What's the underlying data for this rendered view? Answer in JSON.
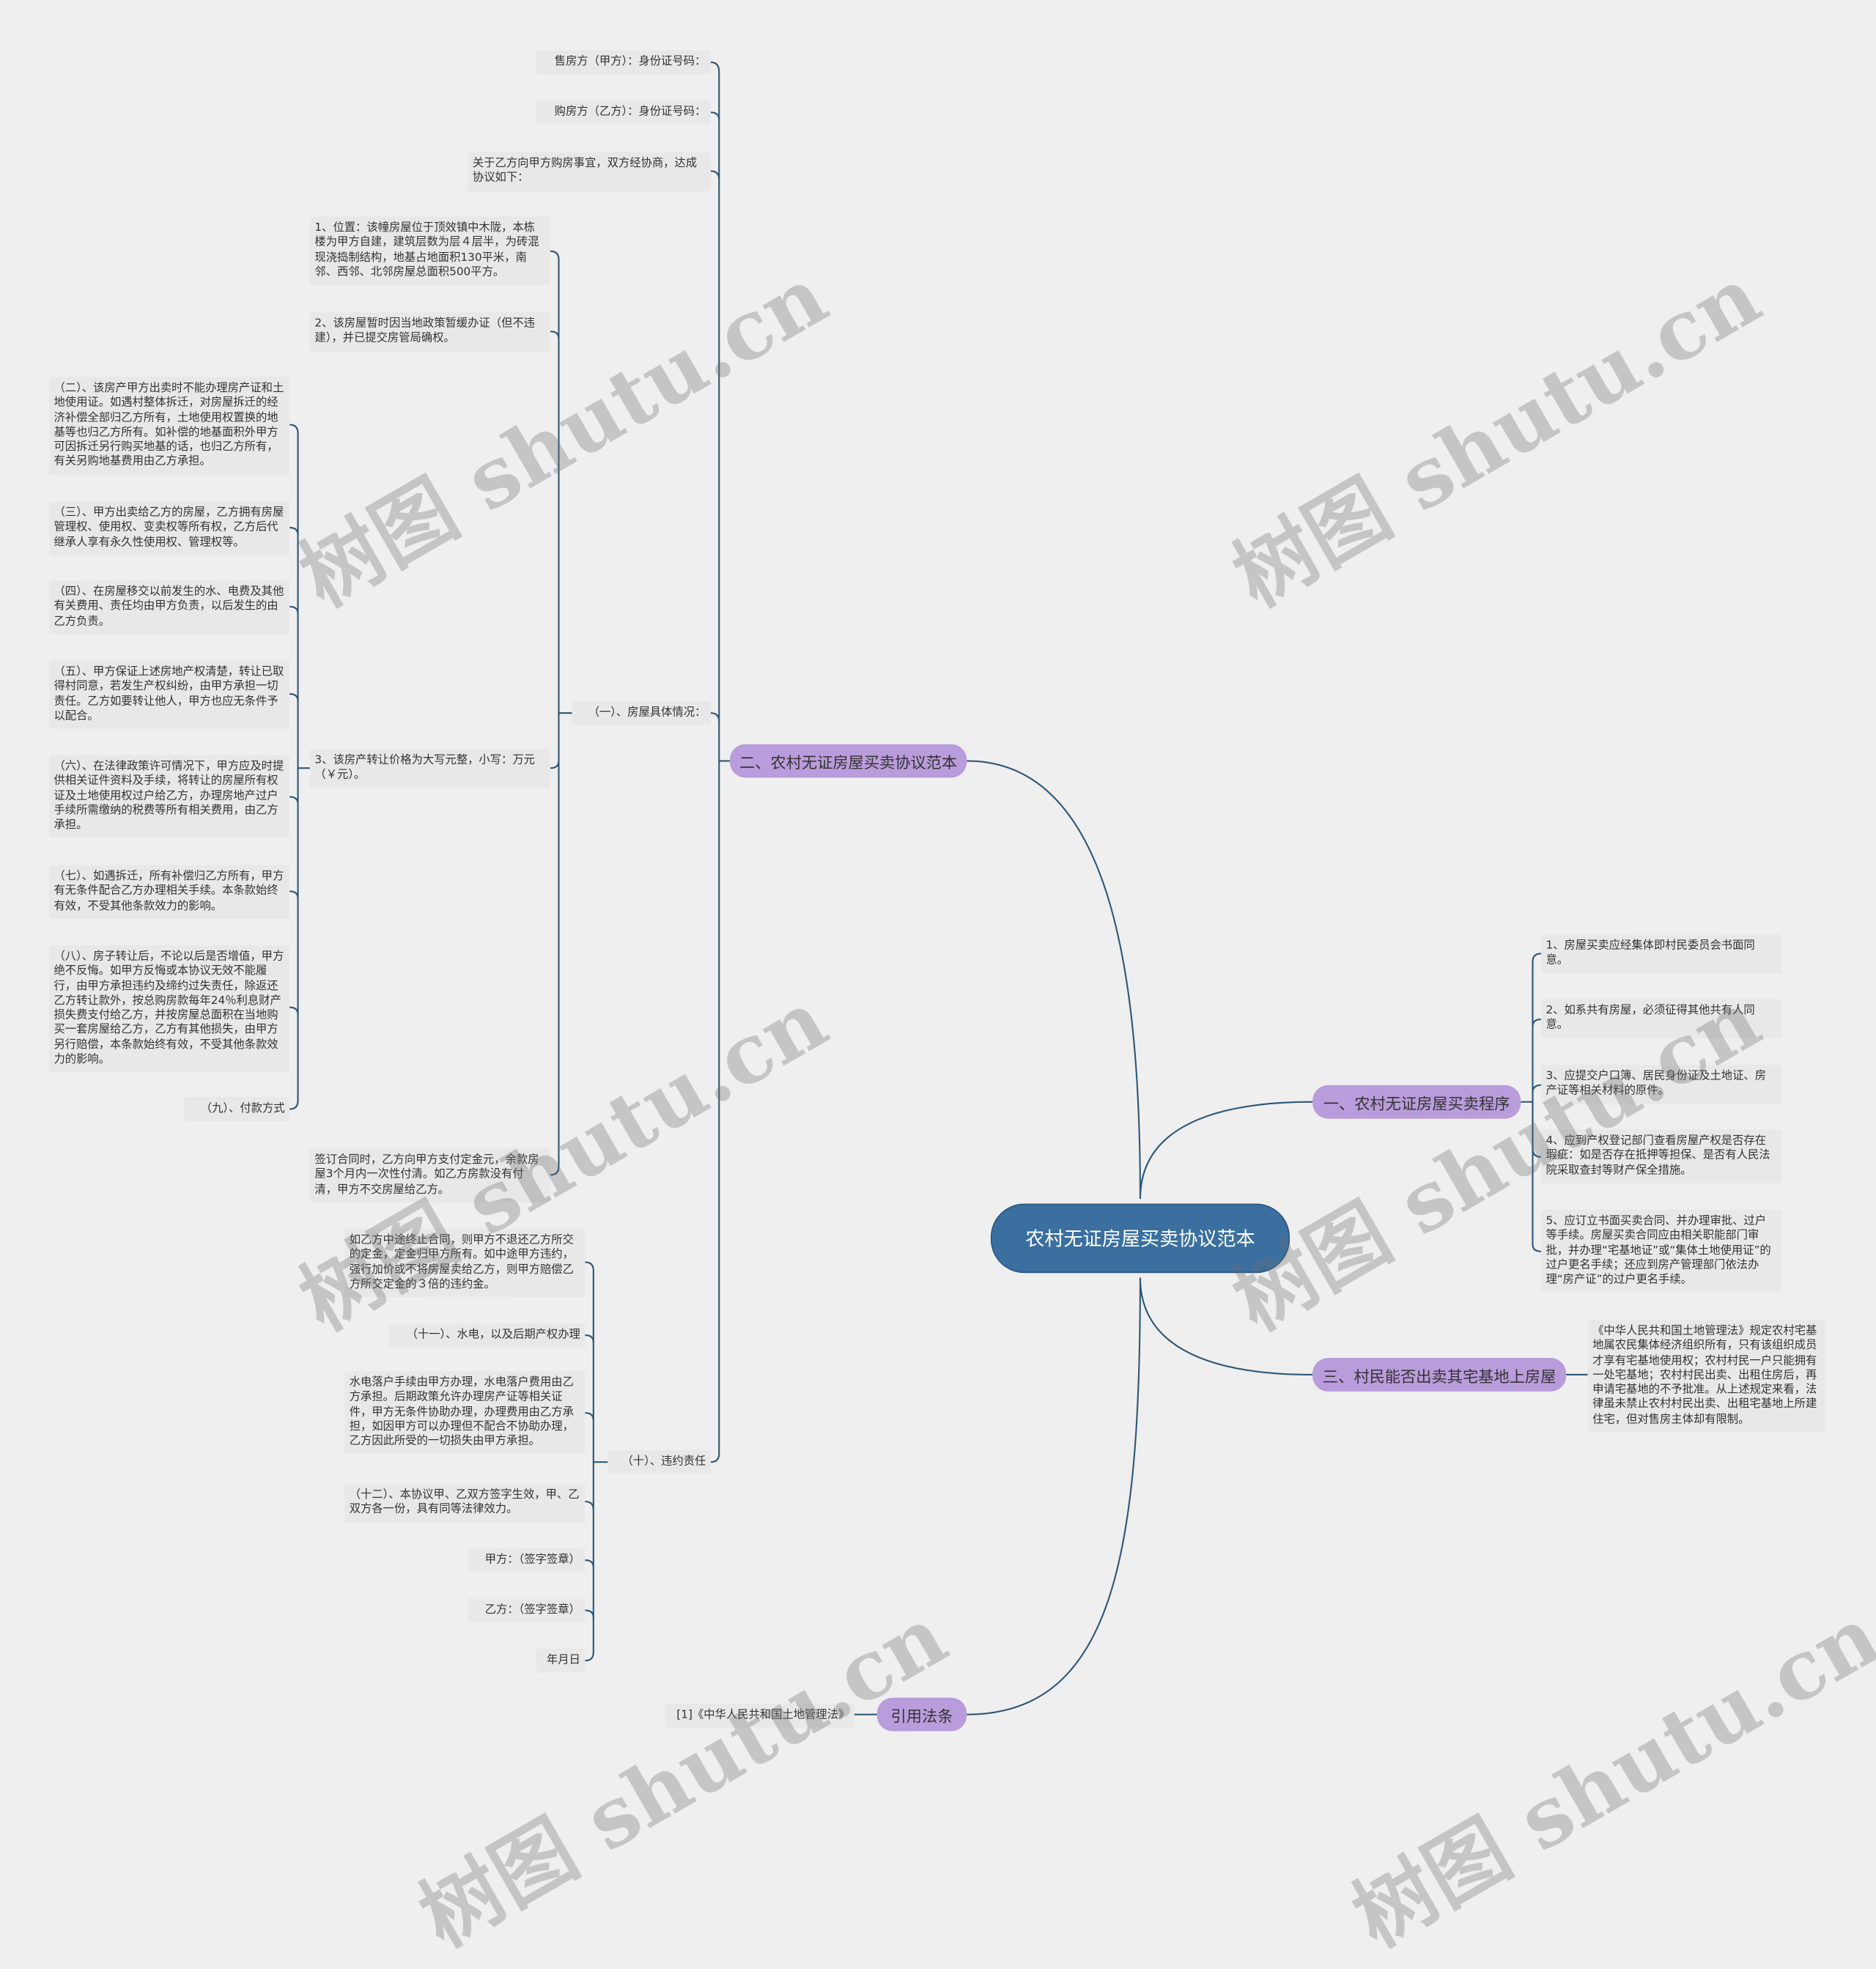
{
  "root": {
    "label": "农村无证房屋买卖协议范本"
  },
  "branches": {
    "b1": "一、农村无证房屋买卖程序",
    "b2": "二、农村无证房屋买卖协议范本",
    "b3": "三、村民能否出卖其宅基地上房屋",
    "b4": "引用法条"
  },
  "b1_items": [
    "1、房屋买卖应经集体即村民委员会书面同意。",
    "2、如系共有房屋，必须征得其他共有人同意。",
    "3、应提交户口簿、居民身份证及土地证、房产证等相关材料的原件。",
    "4、应到产权登记部门查看房屋产权是否存在瑕疵：如是否存在抵押等担保、是否有人民法院采取查封等财产保全措施。",
    "5、应订立书面买卖合同、并办理审批、过户等手续。房屋买卖合同应由相关职能部门审批，并办理“宅基地证”或“集体土地使用证”的过户更名手续；还应到房产管理部门依法办理“房产证”的过户更名手续。"
  ],
  "b2_top": {
    "seller": "售房方（甲方）：身份证号码：",
    "buyer": "购房方（乙方）：身份证号码：",
    "intro": "关于乙方向甲方购房事宜，双方经协商，达成协议如下：",
    "house": "（一）、房屋具体情况：",
    "breach": "（十）、违约责任"
  },
  "house_items": {
    "loc": "1、位置：该幢房屋位于顶效镇中木陇，本栋楼为甲方自建，建筑层数为层４层半，为砖混现浇捣制结构，地基占地面积130平米，南邻、西邻、北邻房屋总面积500平方。",
    "cert": "2、该房屋暂时因当地政策暂缓办证（但不违建），并已提交房管局确权。",
    "price": "3、该房产转让价格为大写元整，小写：万元（￥元）。",
    "sign": "签订合同时，乙方向甲方支付定金元，余款房屋3个月内一次性付清。如乙方房款没有付清，甲方不交房屋给乙方。"
  },
  "price_items": [
    "（二）、该房产甲方出卖时不能办理房产证和土地使用证。如遇村整体拆迁，对房屋拆迁的经济补偿全部归乙方所有，土地使用权置换的地基等也归乙方所有。如补偿的地基面积外甲方可因拆迁另行购买地基的话，也归乙方所有，有关另购地基费用由乙方承担。",
    "（三）、甲方出卖给乙方的房屋，乙方拥有房屋管理权、使用权、变卖权等所有权，乙方后代继承人享有永久性使用权、管理权等。",
    "（四）、在房屋移交以前发生的水、电费及其他有关费用、责任均由甲方负责，以后发生的由乙方负责。",
    "（五）、甲方保证上述房地产权清楚，转让已取得村同意，若发生产权纠纷，由甲方承担一切责任。乙方如要转让他人，甲方也应无条件予以配合。",
    "（六）、在法律政策许可情况下，甲方应及时提供相关证件资料及手续，将转让的房屋所有权证及土地使用权过户给乙方，办理房地产过户手续所需缴纳的税费等所有相关费用，由乙方承担。",
    "（七）、如遇拆迁，所有补偿归乙方所有，甲方有无条件配合乙方办理相关手续。本条款始终有效，不受其他条款效力的影响。",
    "（八）、房子转让后，不论以后是否增值，甲方绝不反悔。如甲方反悔或本协议无效不能履行，由甲方承担违约及缔约过失责任，除返还乙方转让款外，按总购房款每年24％利息财产损失费支付给乙方，并按房屋总面积在当地购买一套房屋给乙方，乙方有其他损失，由甲方另行赔偿，本条款始终有效，不受其他条款效力的影响。",
    "（九）、付款方式"
  ],
  "breach_items": [
    "如乙方中途终止合同，则甲方不退还乙方所交的定金，定金归甲方所有。如中途甲方违约，强行加价或不将房屋卖给乙方，则甲方赔偿乙方所交定金的３倍的违约金。",
    "（十一）、水电，以及后期产权办理",
    "水电落户手续由甲方办理，水电落户费用由乙方承担。后期政策允许办理房产证等相关证件，甲方无条件协助办理，办理费用由乙方承担，如因甲方可以办理但不配合不协助办理，乙方因此所受的一切损失由甲方承担。",
    "（十二）、本协议甲、乙双方签字生效，甲、乙双方各一份，具有同等法律效力。",
    "甲方：（签字签章）",
    "乙方：（签字签章）",
    "年月日"
  ],
  "b3_items": [
    "《中华人民共和国土地管理法》规定农村宅基地属农民集体经济组织所有，只有该组织成员才享有宅基地使用权；农村村民一户只能拥有一处宅基地；农村村民出卖、出租住房后，再申请宅基地的不予批准。从上述规定来看，法律虽未禁止农村村民出卖、出租宅基地上所建住宅，但对售房主体却有限制。"
  ],
  "b4_items": [
    "[1]《中华人民共和国土地管理法》"
  ],
  "watermark": "树图 shutu.cn",
  "colors": {
    "root": "#3a6fa0",
    "branch": "#b99cdb",
    "edge": "#2f5878",
    "leaf": "#e8e8e8",
    "background": "#efefef"
  }
}
